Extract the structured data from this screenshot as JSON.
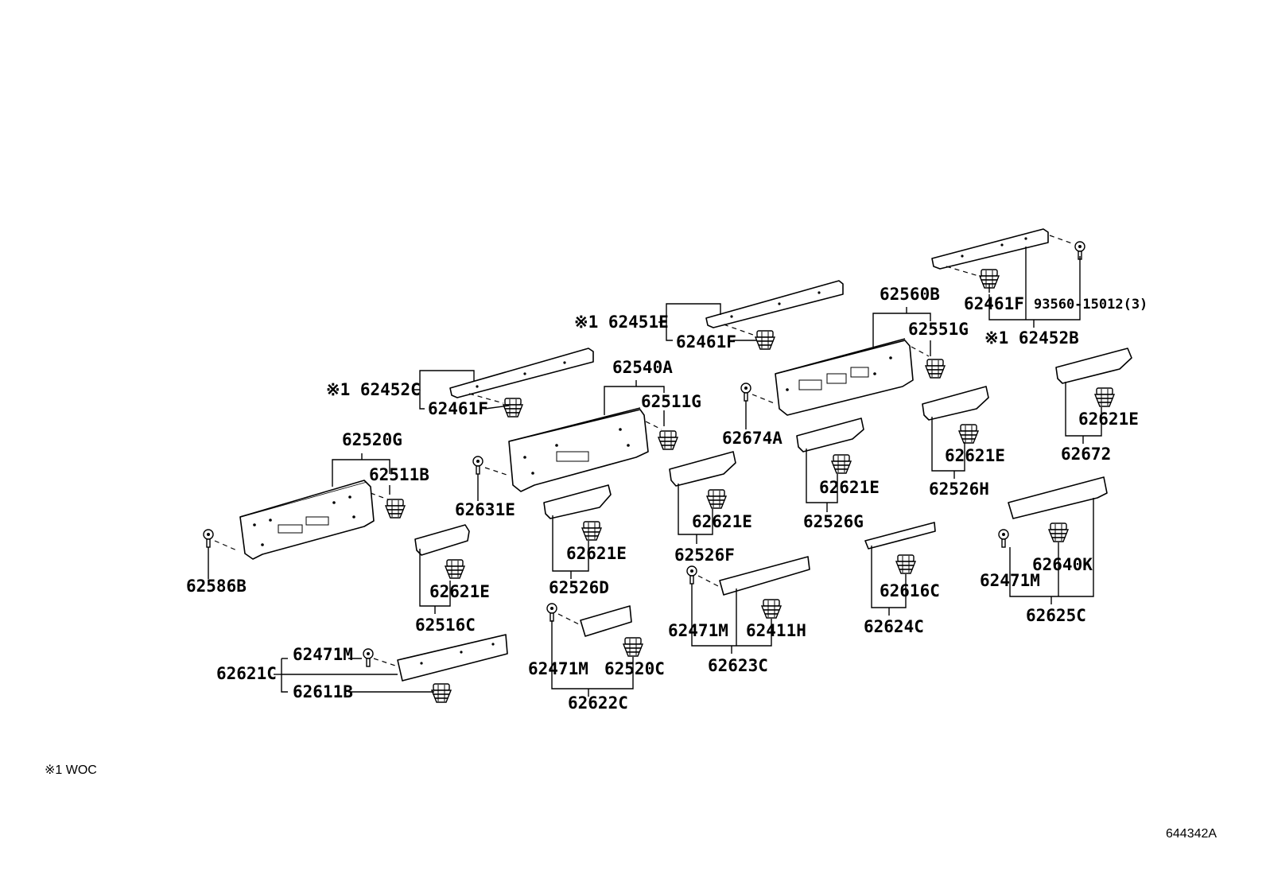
{
  "labels": {
    "p62586B": "62586B",
    "p62520G": "62520G",
    "p62511B": "62511B",
    "p62631E": "62631E",
    "p62452C": "※1 62452C",
    "p62461F_a": "62461F",
    "p62540A": "62540A",
    "p62511G": "62511G",
    "p62451E": "※1 62451E",
    "p62461F_b": "62461F",
    "p62674A": "62674A",
    "p62560B": "62560B",
    "p62551G": "62551G",
    "p62461F_c": "62461F",
    "p93560": "93560-15012(3)",
    "p62452B": "※1 62452B",
    "p62621E_1": "62621E",
    "p62516C": "62516C",
    "p62621E_2": "62621E",
    "p62526D": "62526D",
    "p62621E_3": "62621E",
    "p62526F": "62526F",
    "p62621E_4": "62621E",
    "p62526G": "62526G",
    "p62621E_5": "62621E",
    "p62526H": "62526H",
    "p62621E_6": "62621E",
    "p62672": "62672",
    "p62621C": "62621C",
    "p62471M_1": "62471M",
    "p62611B": "62611B",
    "p62471M_2": "62471M",
    "p62520C": "62520C",
    "p62622C": "62622C",
    "p62471M_3": "62471M",
    "p62411H": "62411H",
    "p62623C": "62623C",
    "p62616C": "62616C",
    "p62624C": "62624C",
    "p62471M_4": "62471M",
    "p62640K": "62640K",
    "p62625C": "62625C"
  },
  "footnote": "※1 WOC",
  "diagram_code": "644342A"
}
